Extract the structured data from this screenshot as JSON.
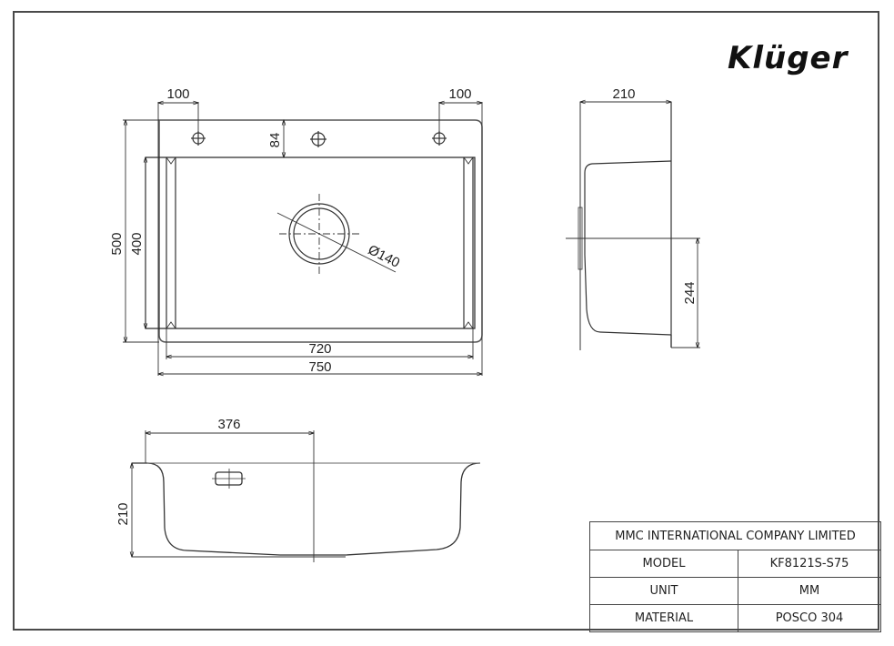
{
  "brand": {
    "logo_text": "Klüger"
  },
  "top_view": {
    "dims": {
      "hole_offset_left": "100",
      "hole_offset_right": "100",
      "rim_to_bowl": "84",
      "overall_depth": "500",
      "bowl_depth": "400",
      "bowl_width": "720",
      "overall_width": "750",
      "drain_diameter": "Ø140"
    }
  },
  "side_view": {
    "dims": {
      "height": "210",
      "drain_offset": "244"
    }
  },
  "front_section": {
    "dims": {
      "drain_center": "376",
      "height": "210"
    }
  },
  "title_block": {
    "company": "MMC INTERNATIONAL COMPANY LIMITED",
    "rows": [
      {
        "label": "MODEL",
        "value": "KF8121S-S75"
      },
      {
        "label": "UNIT",
        "value": "MM"
      },
      {
        "label": "MATERIAL",
        "value": "POSCO 304"
      }
    ]
  }
}
